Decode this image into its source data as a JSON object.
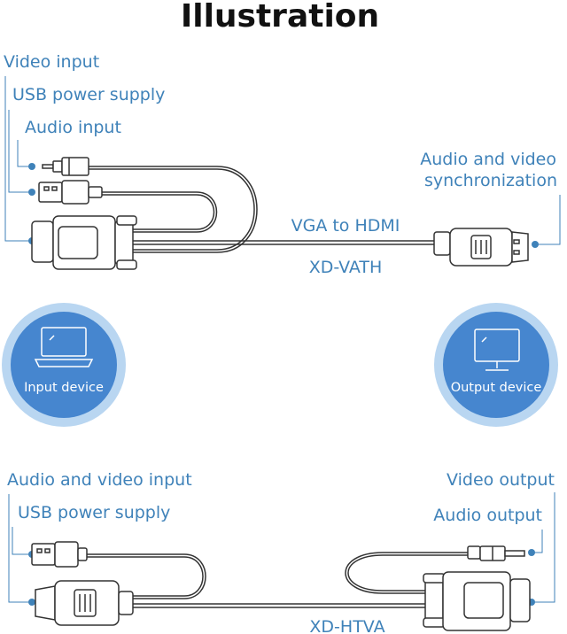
{
  "title": "Illustration",
  "top_section": {
    "labels": {
      "video_input": "Video input",
      "usb_power": "USB power supply",
      "audio_input": "Audio input",
      "av_sync_line1": "Audio and video",
      "av_sync_line2": "synchronization",
      "cable_name": "VGA to HDMI",
      "model": "XD-VATH"
    }
  },
  "devices": {
    "input_device": "Input device",
    "output_device": "Output device"
  },
  "bottom_section": {
    "labels": {
      "av_input": "Audio and video input",
      "usb_power": "USB power supply",
      "video_output": "Video output",
      "audio_output": "Audio output",
      "model": "XD-HTVA"
    }
  },
  "colors": {
    "accent": "#3f82b9",
    "circle_outer": "#b9d6f1",
    "circle_inner": "#4686cf",
    "cable_stroke": "#333333",
    "title": "#111111"
  }
}
